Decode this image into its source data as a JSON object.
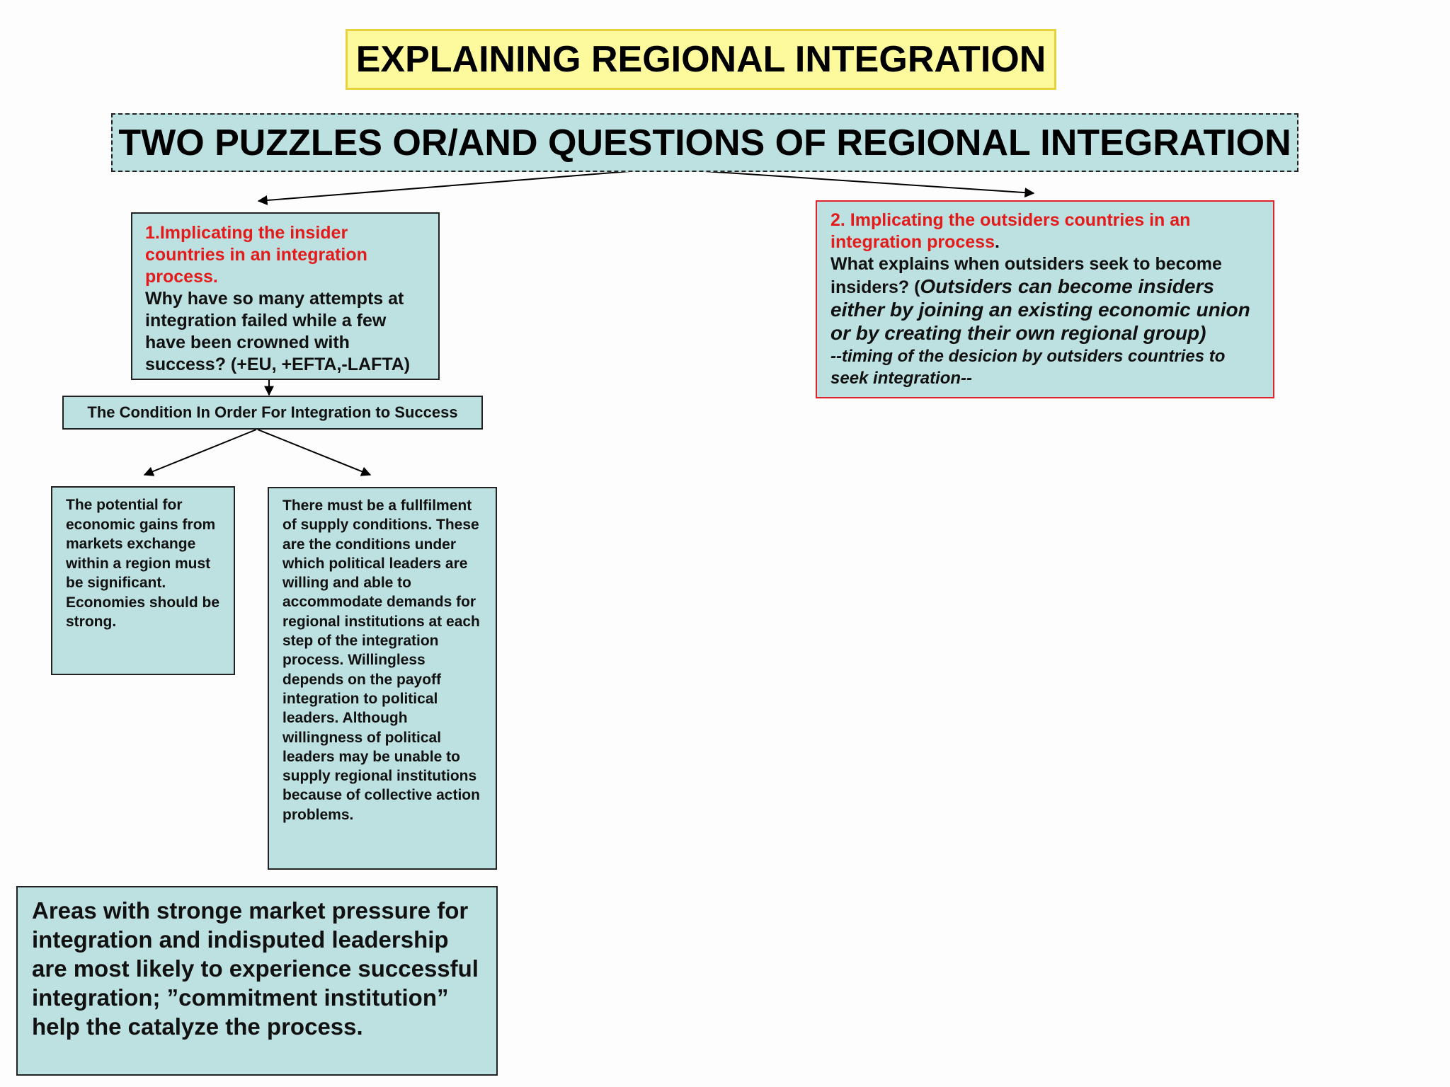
{
  "title": "EXPLAINING REGIONAL INTEGRATION",
  "subtitle": "TWO PUZZLES OR/AND QUESTIONS OF REGIONAL INTEGRATION",
  "puzzle1": {
    "heading": "1.Implicating the insider countries in an integration process.",
    "body": "Why have so many attempts at integration failed while a few have been crowned with success? (+EU, +EFTA,-LAFTA)"
  },
  "puzzle2": {
    "heading": "2. Implicating the outsiders countries in an integration process",
    "heading_end": ".",
    "question": "What explains when outsiders seek to become insiders? (",
    "italic_note": "Outsiders can become insiders either by joining an existing economic union or by creating their own regional group)",
    "timing": "--timing of the desicion by outsiders countries to seek integration--"
  },
  "condition": "The Condition In Order For Integration to Success",
  "condition_left": "The potential for economic gains from markets exchange within a region must be significant. Economies should be strong.",
  "condition_right": "There must be a fullfilment of supply conditions. These are the conditions under which political leaders are willing and able to accommodate demands for regional institutions at each step of the integration process. Willingless depends on the payoff integration to political leaders. Although willingness of political leaders may be unable to supply regional institutions because of collective action problems.",
  "conclusion": "Areas with stronge market pressure for integration and indisputed leadership are most likely to experience successful integration; ”commitment institution” help the catalyze the process.",
  "colors": {
    "box_fill": "#bde0e0",
    "title_fill": "#fdfa9e",
    "red_text": "#e41b1b",
    "red_border": "#e0202a"
  }
}
